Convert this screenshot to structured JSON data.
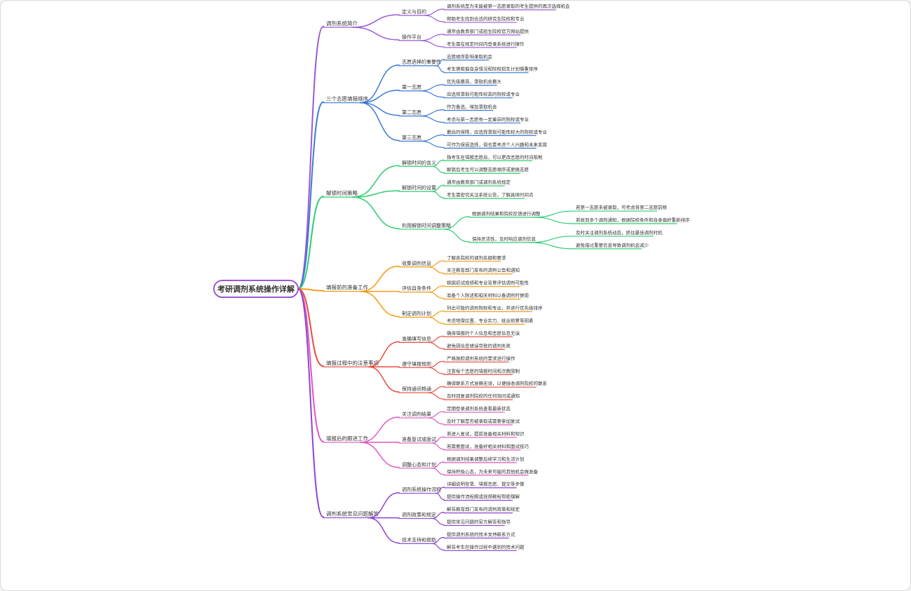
{
  "root": {
    "label": "考研调剂系统操作详解",
    "color": "#9b59d6"
  },
  "branches": [
    {
      "label": "调剂系统简介",
      "color": "#9b59d6",
      "children": [
        {
          "label": "定义与目的",
          "children": [
            {
              "label": "调剂系统是为未能被第一志愿录取的考生提供的再次选择机会"
            },
            {
              "label": "帮助考生找到合适的研究生院校和专业"
            }
          ]
        },
        {
          "label": "操作平台",
          "children": [
            {
              "label": "通常由教育部门或招生院校官方网站提供"
            },
            {
              "label": "考生需在规定时间内登录系统进行操作"
            }
          ]
        }
      ]
    },
    {
      "label": "三个志愿填报顺序",
      "color": "#3a7bd5",
      "children": [
        {
          "label": "志愿选择的重要性",
          "children": [
            {
              "label": "志愿顺序影响录取机会"
            },
            {
              "label": "考生需根据自身情况和院校招生计划慎重排序"
            }
          ]
        },
        {
          "label": "第一志愿",
          "children": [
            {
              "label": "优先级最高，录取机会最大"
            },
            {
              "label": "应选择录取可能性较高的院校或专业"
            }
          ]
        },
        {
          "label": "第二志愿",
          "children": [
            {
              "label": "作为备选，增加录取机会"
            },
            {
              "label": "考虑与第一志愿有一定差异的院校或专业"
            }
          ]
        },
        {
          "label": "第三志愿",
          "children": [
            {
              "label": "最后的保障，应选择录取可能性较大的院校或专业"
            },
            {
              "label": "可作为保底选择，但也要考虑个人兴趣和未来发展"
            }
          ]
        }
      ]
    },
    {
      "label": "解锁时间策略",
      "color": "#2ecc71",
      "children": [
        {
          "label": "解锁时间的含义",
          "children": [
            {
              "label": "指考生在填报志愿后，可以更改志愿的时间限制"
            },
            {
              "label": "解锁后考生可以调整志愿顺序或更换志愿"
            }
          ]
        },
        {
          "label": "解锁时间的设置",
          "children": [
            {
              "label": "通常由教育部门或调剂系统规定"
            },
            {
              "label": "考生需密切关注系统公告，了解具体时间点"
            }
          ]
        },
        {
          "label": "利用解锁时间调整策略",
          "children": [
            {
              "label": "根据调剂结果和院校反馈进行调整",
              "children": [
                {
                  "label": "若第一志愿未被录取，可考虑将第二志愿前移"
                },
                {
                  "label": "若收到多个调剂通知，根据院校条件和自身偏好重新排序"
                }
              ]
            },
            {
              "label": "保持灵活性，及时响应调剂信息",
              "children": [
                {
                  "label": "及时关注调剂系统动态，抓住最佳调剂时机"
                },
                {
                  "label": "避免错过重要信息导致调剂机会减少"
                }
              ]
            }
          ]
        }
      ]
    },
    {
      "label": "填报前的准备工作",
      "color": "#f39c12",
      "children": [
        {
          "label": "收集调剂信息",
          "children": [
            {
              "label": "了解各院校的调剂名额和要求"
            },
            {
              "label": "关注教育部门发布的调剂公告和通知"
            }
          ]
        },
        {
          "label": "评估自身条件",
          "children": [
            {
              "label": "根据初试成绩和专业背景评估调剂可能性"
            },
            {
              "label": "准备个人陈述和相关材料以备调剂时使用"
            }
          ]
        },
        {
          "label": "制定调剂计划",
          "children": [
            {
              "label": "列出可能的调剂院校和专业，并进行优先级排序"
            },
            {
              "label": "考虑地理位置、专业实力、就业前景等因素"
            }
          ]
        }
      ]
    },
    {
      "label": "填报过程中的注意事项",
      "color": "#e74c3c",
      "children": [
        {
          "label": "准确填写信息",
          "children": [
            {
              "label": "确保填报的个人信息和志愿信息无误"
            },
            {
              "label": "避免因信息错误导致的调剂失败"
            }
          ]
        },
        {
          "label": "遵守填报规则",
          "children": [
            {
              "label": "严格按照调剂系统的要求进行操作"
            },
            {
              "label": "注意每个志愿的填报时间和次数限制"
            }
          ]
        },
        {
          "label": "保持通讯畅通",
          "children": [
            {
              "label": "确保联系方式准确无误，以便接收调剂院校的联系"
            },
            {
              "label": "及时回复调剂院校的任何询问或通知"
            }
          ]
        }
      ]
    },
    {
      "label": "填报后的跟进工作",
      "color": "#e056c1",
      "children": [
        {
          "label": "关注调剂结果",
          "children": [
            {
              "label": "定期登录调剂系统查看最新状态"
            },
            {
              "label": "及时了解是否被录取或需要参加复试"
            }
          ]
        },
        {
          "label": "准备复试或面试",
          "children": [
            {
              "label": "若进入复试，提前准备相关材料和知识"
            },
            {
              "label": "若需要面试，准备好相关材料和面试技巧"
            }
          ]
        },
        {
          "label": "调整心态和计划",
          "children": [
            {
              "label": "根据调剂结果调整后续学习和生活计划"
            },
            {
              "label": "保持积极心态，为未来可能的其他机会做准备"
            }
          ]
        }
      ]
    },
    {
      "label": "调剂系统常见问题解答",
      "color": "#8e44d0",
      "children": [
        {
          "label": "调剂系统操作流程",
          "children": [
            {
              "label": "详细说明登录、填报志愿、提交等步骤"
            },
            {
              "label": "提供操作流程图或视频教程帮助理解"
            }
          ]
        },
        {
          "label": "调剂政策和规定",
          "children": [
            {
              "label": "解答教育部门发布的调剂政策和规定"
            },
            {
              "label": "提供常见问题的官方解答和指导"
            }
          ]
        },
        {
          "label": "技术支持和帮助",
          "children": [
            {
              "label": "提供调剂系统的技术支持联系方式"
            },
            {
              "label": "解答考生在操作过程中遇到的技术问题"
            }
          ]
        }
      ]
    }
  ]
}
